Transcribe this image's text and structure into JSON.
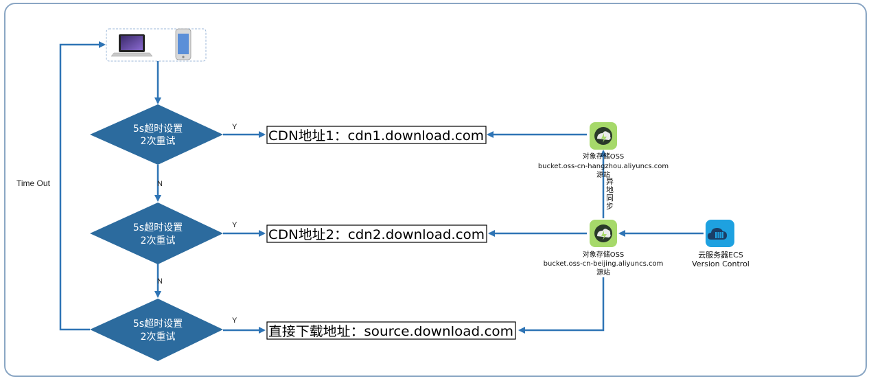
{
  "flow": {
    "decisions": [
      {
        "line1": "5s超时设置",
        "line2": "2次重试",
        "yes": "Y",
        "no": "N"
      },
      {
        "line1": "5s超时设置",
        "line2": "2次重试",
        "yes": "Y",
        "no": "N"
      },
      {
        "line1": "5s超时设置",
        "line2": "2次重试",
        "yes": "Y"
      }
    ],
    "timeout_label": "Time Out",
    "targets": [
      {
        "label": "CDN地址1：cdn1.download.com"
      },
      {
        "label": "CDN地址2：cdn2.download.com"
      },
      {
        "label": "直接下载地址：source.download.com"
      }
    ]
  },
  "oss": [
    {
      "name": "对象存储OSS",
      "bucket": "bucket.oss-cn-hangzhou.aliyuncs.com",
      "role": "源站",
      "icon": "oss-cloud-icon"
    },
    {
      "name": "对象存储OSS",
      "bucket": "bucket.oss-cn-beijing.aliyuncs.com",
      "role": "源站",
      "icon": "oss-cloud-icon"
    }
  ],
  "sync_label": [
    "异",
    "地",
    "同",
    "步"
  ],
  "ecs": {
    "name": "云服务器ECS",
    "subtitle": "Version Control",
    "icon": "ecs-cloud-server-icon"
  },
  "devices": {
    "icons": [
      "laptop-icon",
      "phone-icon"
    ]
  },
  "colors": {
    "diamond": "#2c6b9e",
    "arrow": "#2e74b5",
    "oss_green": "#a6d96a",
    "ecs_blue": "#1ea1e0",
    "frame": "#8aa6c4"
  }
}
